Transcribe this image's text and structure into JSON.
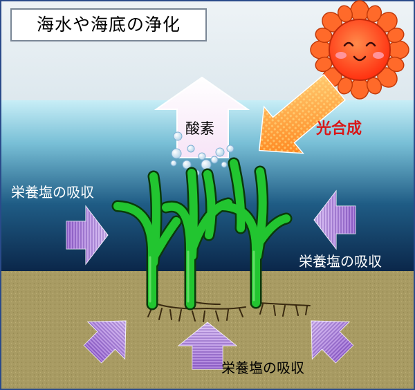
{
  "title": "海水や海底の浄化",
  "labels": {
    "oxygen": "酸素",
    "photosynthesis": "光合成",
    "nutrient_left": "栄養塩の吸収",
    "nutrient_right": "栄養塩の吸収",
    "nutrient_bottom": "栄養塩の吸収"
  },
  "icons": {
    "sun": "smiling-sun-icon",
    "arrow": "arrow-icon",
    "bubbles": "bubble-icon",
    "seagrass": "seagrass-icon"
  },
  "colors": {
    "sky": "#e6eef2",
    "sea_top": "#b4e4f2",
    "sea_bottom": "#0a2850",
    "seabed": "#a89b63",
    "sun": "#ff4a10",
    "sun_ray": "#ff8a2a",
    "seagrass": "#1fbf2a",
    "seagrass_outline": "#0a3a0a",
    "nutrient_arrow": "#9a66d2",
    "oxygen_arrow": "#f2e0f6",
    "photo_arrow": "#ff8a18",
    "photo_text": "#d81818"
  }
}
